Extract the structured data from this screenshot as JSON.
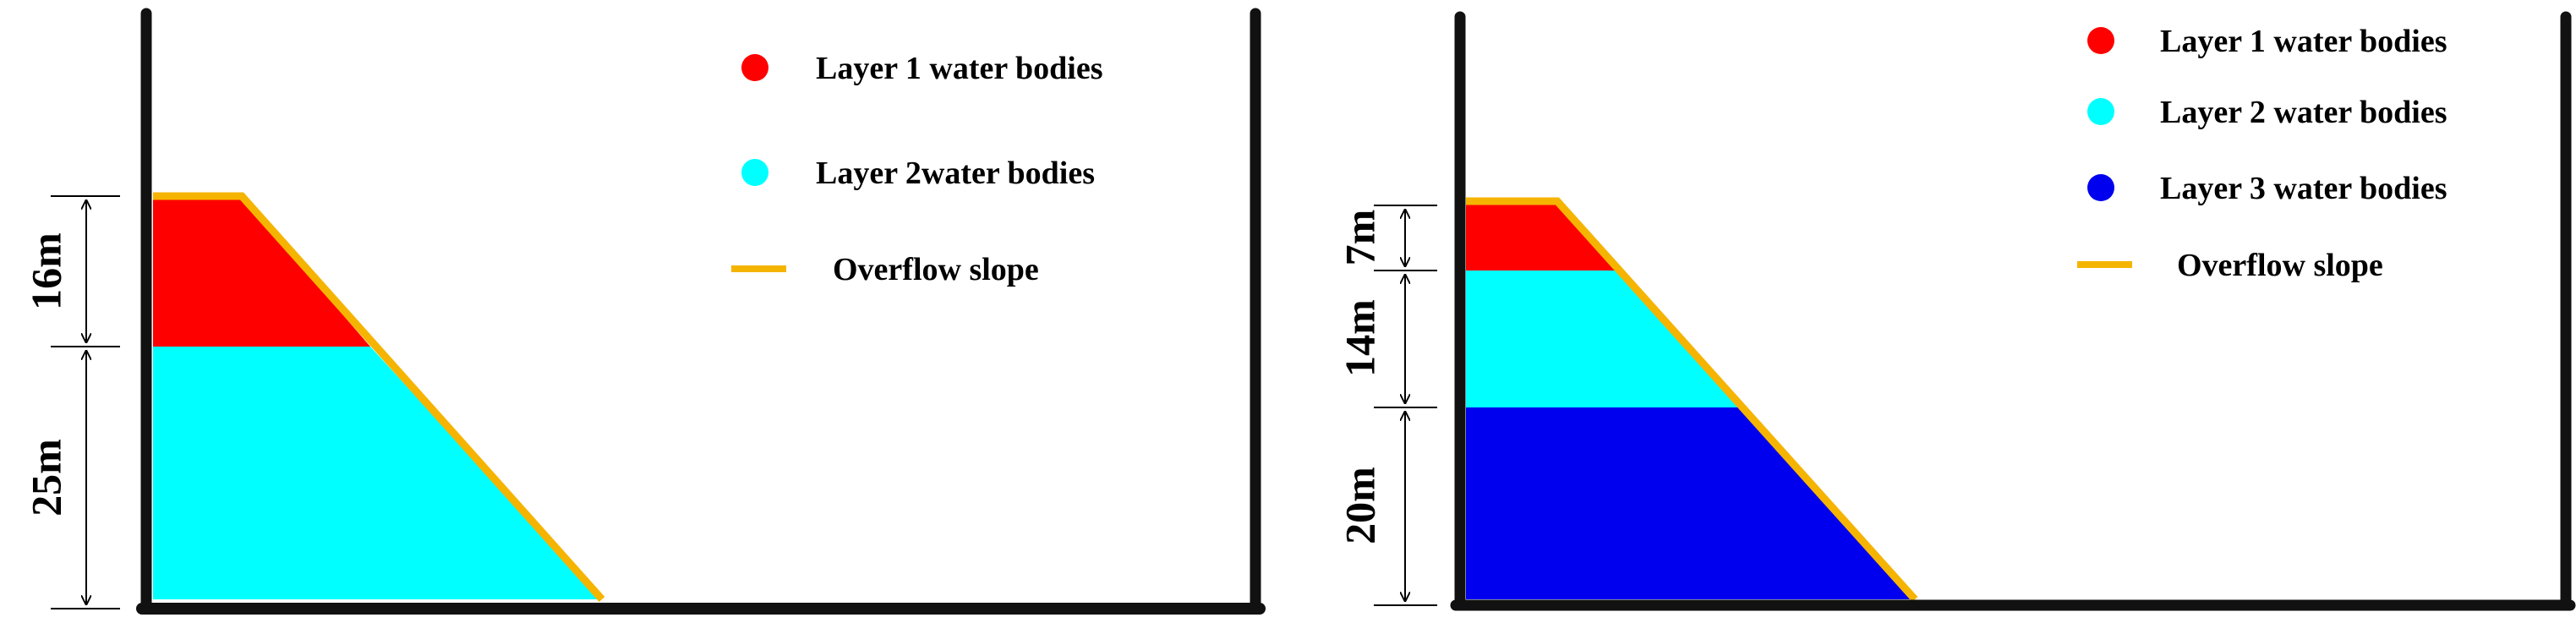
{
  "colors": {
    "layer1": "#ff0000",
    "layer2": "#00ffff",
    "layer3": "#0000ee",
    "overflow_slope": "#f5b400",
    "wall": "#111111"
  },
  "left_panel": {
    "dimensions": {
      "upper": "16m",
      "lower": "25m"
    },
    "legend": {
      "layer1": "Layer 1  water bodies",
      "layer2": "Layer 2water bodies",
      "slope": "Overflow slope"
    }
  },
  "right_panel": {
    "dimensions": {
      "top": "7m",
      "middle": "14m",
      "bottom": "20m"
    },
    "legend": {
      "layer1": "Layer 1  water bodies",
      "layer2": "Layer 2  water bodies",
      "layer3": "Layer 3  water bodies",
      "slope": "Overflow slope"
    }
  }
}
